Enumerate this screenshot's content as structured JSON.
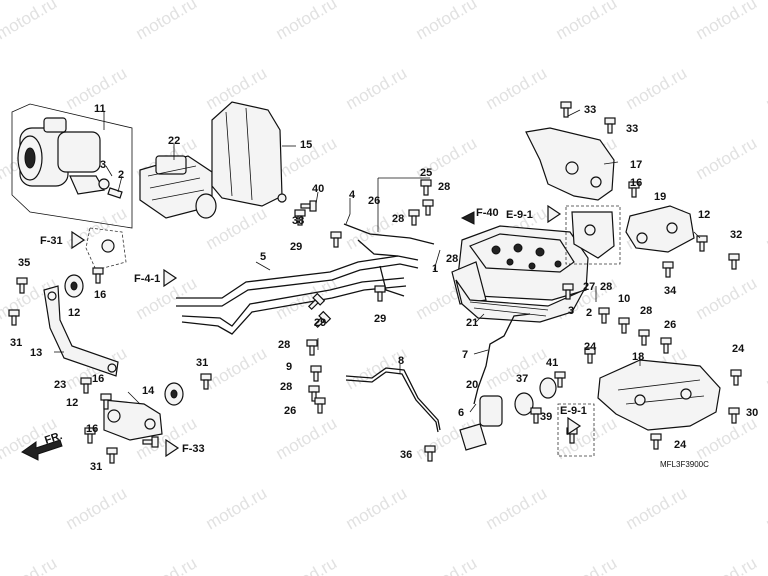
{
  "watermark": "motod.ru",
  "diagram_code": "MFL3F3900C",
  "front_marker": "FR.",
  "refs": {
    "f31": "F-31",
    "f41": "F-4-1",
    "f33": "F-33",
    "f40": "F-40",
    "e91_top": "E-9-1",
    "e91_bottom": "E-9-1"
  },
  "callouts": {
    "c11": "11",
    "c3a": "3",
    "c2a": "2",
    "c22": "22",
    "c15": "15",
    "c40": "40",
    "c38": "38",
    "c4": "4",
    "c26a": "26",
    "c25": "25",
    "c28a": "28",
    "c28b": "28",
    "c29a": "29",
    "c5": "5",
    "c1": "1",
    "c28c": "28",
    "c29b": "29",
    "c29c": "29",
    "c33a": "33",
    "c33b": "33",
    "c17": "17",
    "c16a": "16",
    "c19": "19",
    "c12a": "12",
    "c32": "32",
    "c34": "34",
    "c28d": "28",
    "c3b": "3",
    "c2b": "2",
    "c10": "10",
    "c28e": "28",
    "c26b": "26",
    "c21": "21",
    "c7": "7",
    "c24a": "24",
    "c18": "18",
    "c24b": "24",
    "c30": "30",
    "c24c": "24",
    "c35": "35",
    "c16b": "16",
    "c12b": "12",
    "c31a": "31",
    "c13": "13",
    "c23": "23",
    "c16c": "16",
    "c12c": "12",
    "c14": "14",
    "c31b": "31",
    "c16d": "16",
    "c31c": "31",
    "c28f": "28",
    "c9": "9",
    "c28g": "28",
    "c26c": "26",
    "c8": "8",
    "c36": "36",
    "c6": "6",
    "c20": "20",
    "c37": "37",
    "c41": "41",
    "c39": "39",
    "c27": "27"
  }
}
